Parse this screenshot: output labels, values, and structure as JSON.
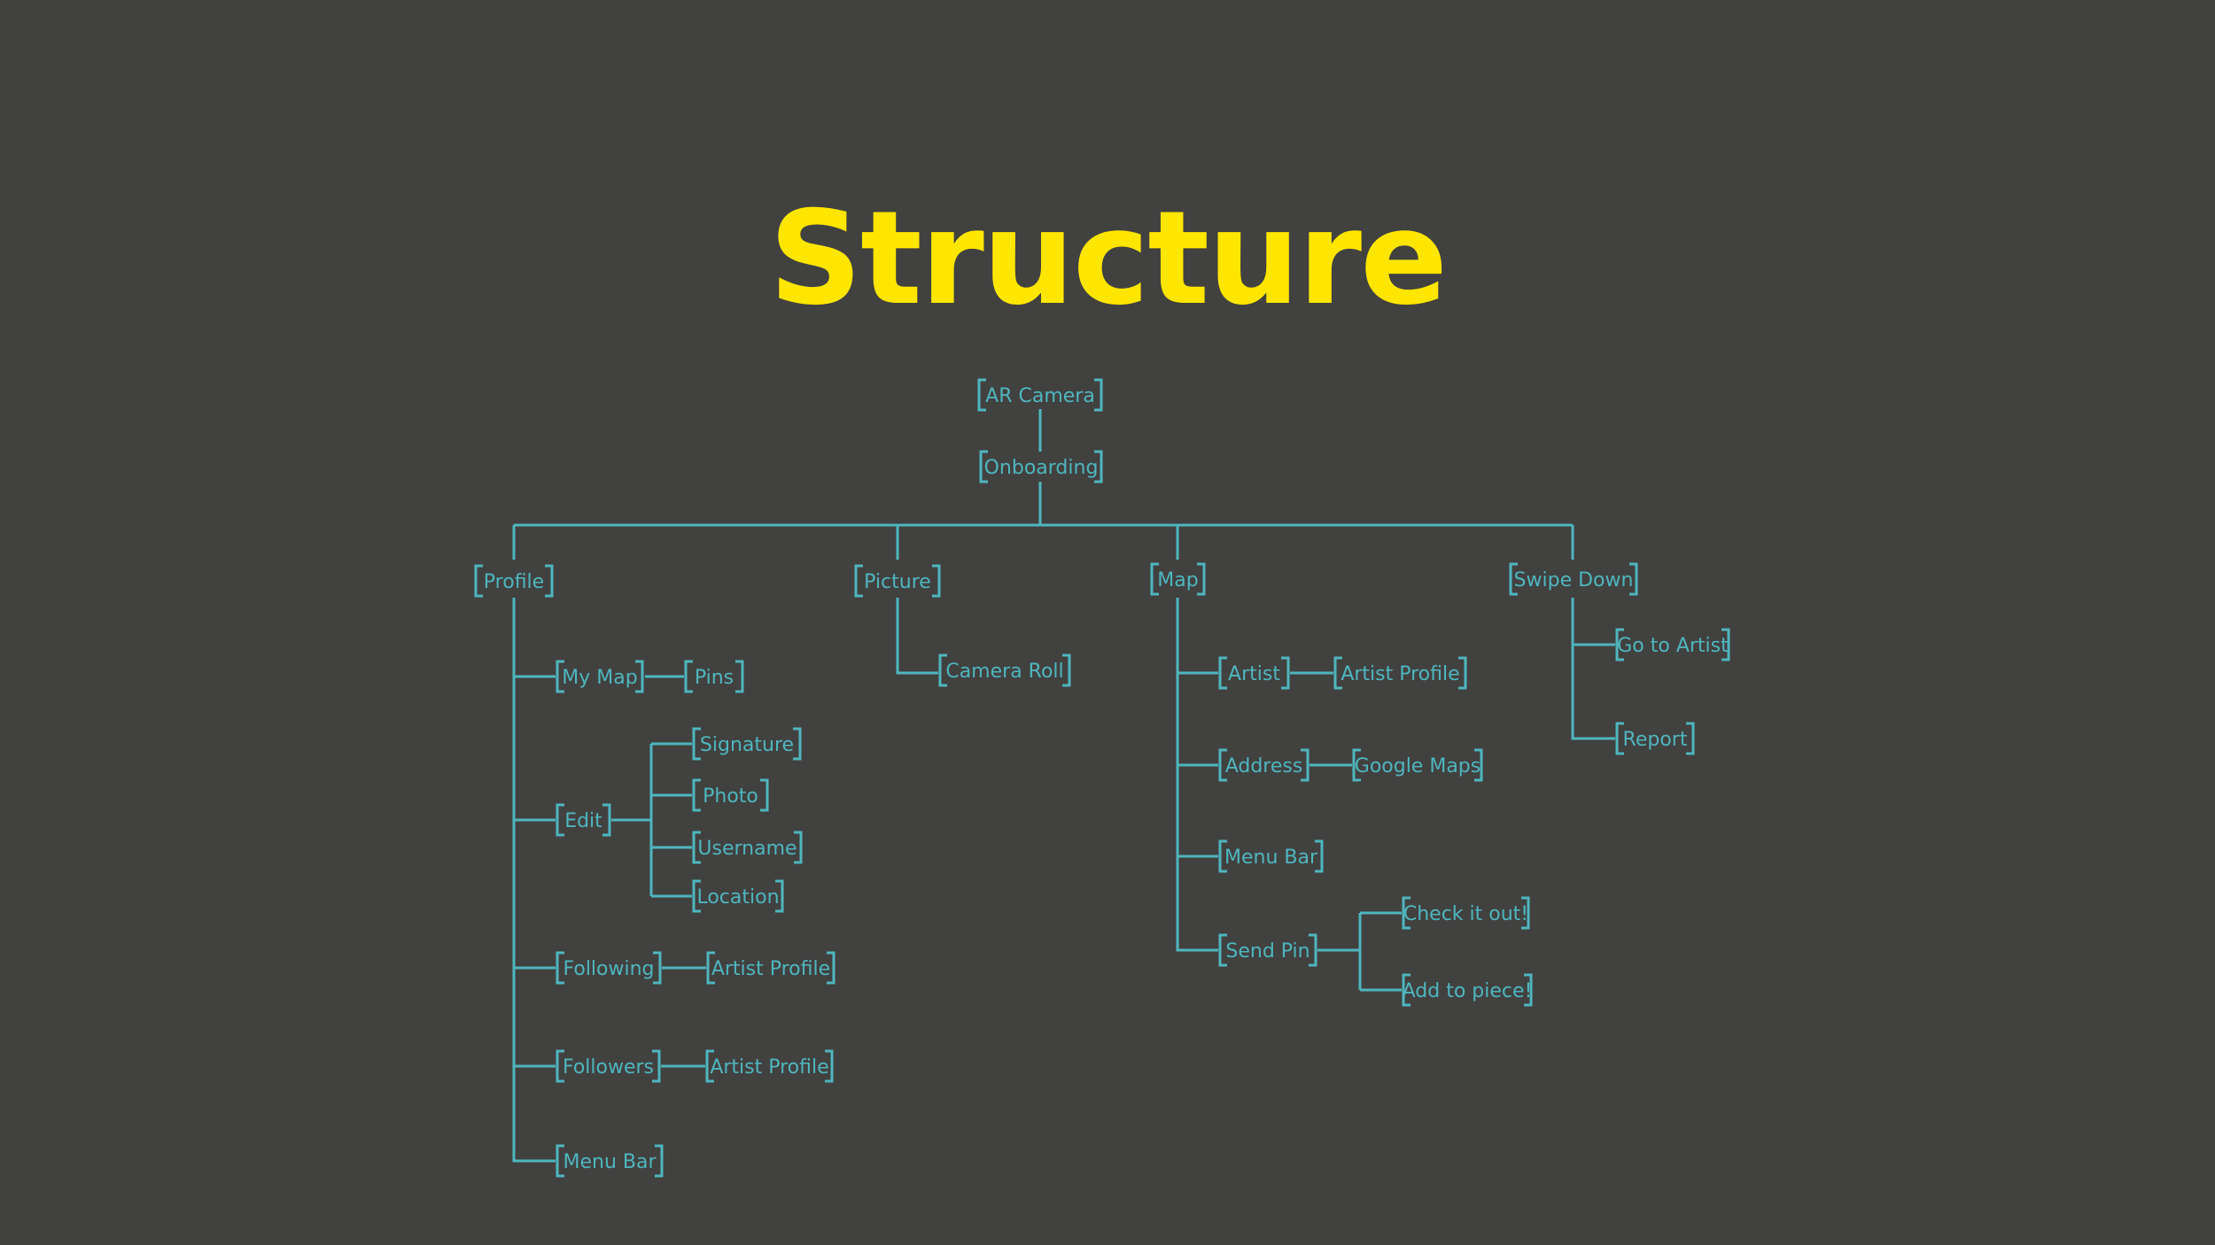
{
  "title": "Structure",
  "colors": {
    "background": "#414140",
    "title": "#FFE600",
    "diagram": "#4FB6BE"
  },
  "nodes": {
    "ar_camera": "AR Camera",
    "onboarding": "Onboarding",
    "profile": "Profile",
    "picture": "Picture",
    "map": "Map",
    "swipe_down": "Swipe Down",
    "my_map": "My Map",
    "pins": "Pins",
    "edit": "Edit",
    "signature": "Signature",
    "photo": "Photo",
    "username": "Username",
    "location": "Location",
    "following": "Following",
    "following_artist_profile": "Artist Profile",
    "followers": "Followers",
    "followers_artist_profile": "Artist Profile",
    "profile_menu_bar": "Menu Bar",
    "camera_roll": "Camera Roll",
    "artist": "Artist",
    "map_artist_profile": "Artist Profile",
    "address": "Address",
    "google_maps": "Google Maps",
    "map_menu_bar": "Menu Bar",
    "send_pin": "Send Pin",
    "check_it_out": "Check it out!",
    "add_to_piece": "Add to piece!",
    "go_to_artist": "Go to Artist",
    "report": "Report"
  }
}
